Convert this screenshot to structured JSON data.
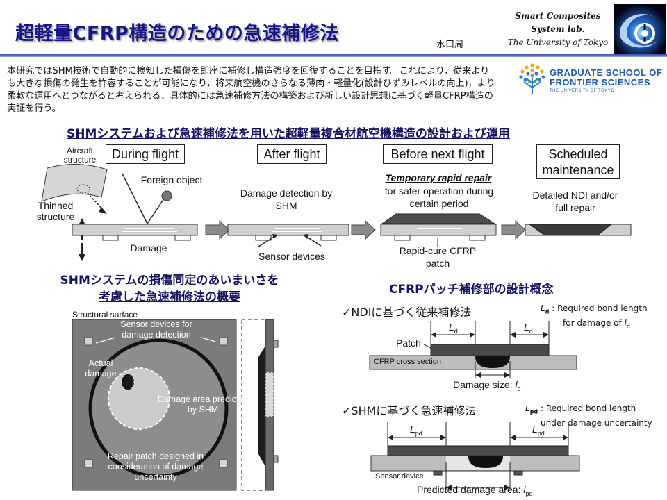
{
  "header": {
    "title": "超軽量CFRP構造のための急速補修法",
    "author": "水口周",
    "lab_line1": "Smart Composites",
    "lab_line2": "System lab.",
    "lab_line3": "The University of Tokyo"
  },
  "intro": "本研究ではSHM技術で自動的に検知した損傷を即座に補修し構造強度を回復することを目指す。これにより，従来よりも大きな損傷の発生を許容することが可能になり，将来航空機のさらなる薄肉・軽量化(設計ひずみレベルの向上)，より柔軟な運用へとつながると考えられる．具体的には急速補修方法の構築および新しい設計思想に基づく軽量CFRP構造の実証を行う。",
  "school": {
    "line1": "GRADUATE SCHOOL OF",
    "line2": "FRONTIER SCIENCES",
    "line3": "THE UNIVERSITY OF TOKYO"
  },
  "flow": {
    "heading": "SHMシステムおよび急速補修法を用いた超軽量複合材航空機構造の設計および運用",
    "stages": [
      "During flight",
      "After flight",
      "Before next flight",
      "Scheduled maintenance"
    ],
    "aircraft_structure": "Aircraft structure",
    "thinned_structure": "Thinned structure",
    "foreign_object": "Foreign object",
    "damage": "Damage",
    "damage_detection": "Damage detection by SHM",
    "sensor_devices": "Sensor devices",
    "temporary_repair": "Temporary rapid repair",
    "safer_operation": "for  safer operation during certain period",
    "rapid_cure": "Rapid-cure CFRP patch",
    "detailed_ndi": "Detailed NDI and/or full repair"
  },
  "left_section": {
    "heading_line1": "SHMシステムの損傷同定のあいまいさを",
    "heading_line2": "考慮した急速補修法の概要",
    "structural_surface": "Structural surface",
    "sensor_devices": "Sensor devices for damage detection",
    "actual_damage": "Actual damage",
    "damage_area": "Damage area predicted by SHM",
    "repair_patch": "Repair patch designed in consideration of damage uncertainty"
  },
  "right_section": {
    "heading": "CFRPパッチ補修部の設計概念",
    "ndi_title": "✓NDIに基づく従来補修法",
    "ndi_note_sym": "L",
    "ndi_note_sub": "d",
    "ndi_note_text": " : Required bond length",
    "ndi_note_line2": "for damage of ",
    "ndi_note_l": "l",
    "ndi_note_l_sub": "d",
    "ld_label": "L",
    "ld_sub": "d",
    "patch": "Patch",
    "cfrp_section": "CFRP cross section",
    "damage_size": "Damage size: ",
    "damage_size_l": "l",
    "damage_size_sub": "d",
    "shm_title": "✓SHMに基づく急速補修法",
    "shm_note_sym": "L",
    "shm_note_sub": "pd",
    "shm_note_text": " : Required bond length",
    "shm_note_line2": "under damage uncertainty",
    "lpd_label": "L",
    "lpd_sub": "pd",
    "sensor_device": "Sensor device",
    "predicted_area": "Predicted damage area: ",
    "predicted_l": "l",
    "predicted_sub": "pd"
  },
  "colors": {
    "title": "#16168c",
    "rule": "#2e4fa8",
    "section_heading": "#121260",
    "school": "#1f5aa8"
  }
}
